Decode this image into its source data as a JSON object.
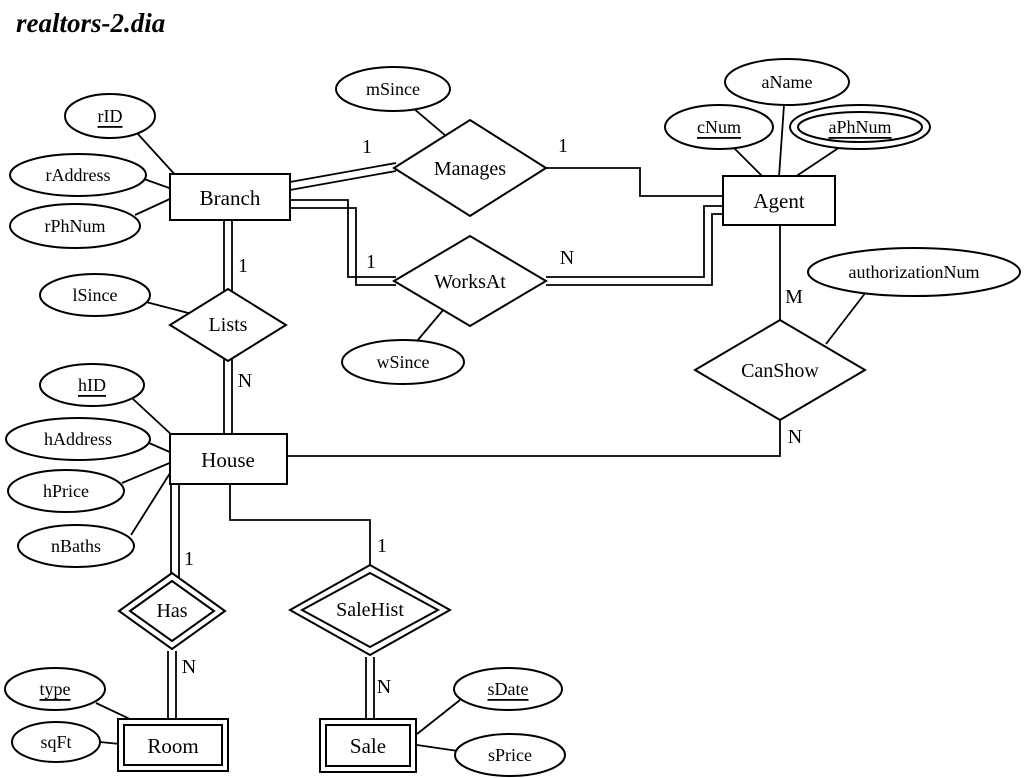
{
  "title": "realtors-2.dia",
  "entities": {
    "branch": "Branch",
    "agent": "Agent",
    "house": "House",
    "room": "Room",
    "sale": "Sale"
  },
  "relationships": {
    "manages": "Manages",
    "worksAt": "WorksAt",
    "lists": "Lists",
    "canShow": "CanShow",
    "has": "Has",
    "saleHist": "SaleHist"
  },
  "attributes": {
    "rID": "rID",
    "rAddress": "rAddress",
    "rPhNum": "rPhNum",
    "mSince": "mSince",
    "aName": "aName",
    "cNum": "cNum",
    "aPhNum": "aPhNum",
    "lSince": "lSince",
    "wSince": "wSince",
    "authorizationNum": "authorizationNum",
    "hID": "hID",
    "hAddress": "hAddress",
    "hPrice": "hPrice",
    "nBaths": "nBaths",
    "type": "type",
    "sqFt": "sqFt",
    "sDate": "sDate",
    "sPrice": "sPrice"
  },
  "cardinalities": {
    "branch_manages": "1",
    "manages_agent": "1",
    "branch_worksAt": "1",
    "worksAt_agent": "N",
    "branch_lists": "1",
    "lists_house": "N",
    "agent_canShow": "M",
    "canShow_house": "N",
    "house_has": "1",
    "has_room": "N",
    "house_saleHist": "1",
    "saleHist_sale": "N"
  }
}
